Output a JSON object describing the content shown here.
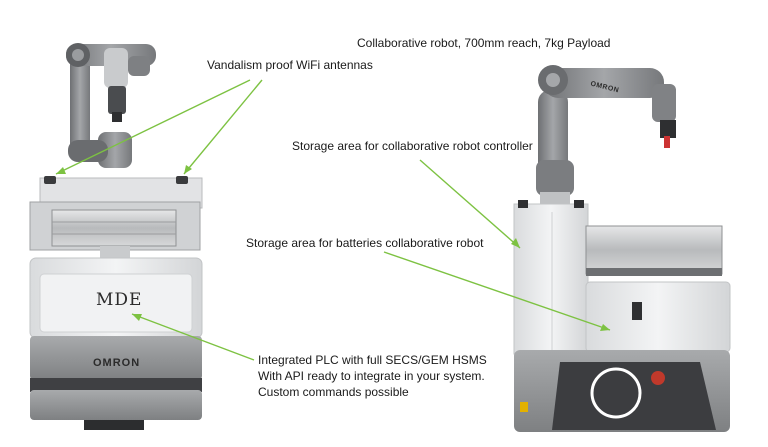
{
  "annotations": {
    "title": "Collaborative robot, 700mm reach, 7kg Payload",
    "antennas": "Vandalism proof WiFi antennas",
    "controller_storage": "Storage area for collaborative robot controller",
    "battery_storage": "Storage area for batteries collaborative robot",
    "plc_lines": [
      "Integrated PLC with full SECS/GEM HSMS",
      "With API ready to integrate in your system.",
      "Custom commands possible"
    ]
  },
  "brands": {
    "front_logo": "MDE",
    "base_logo": "OMRON",
    "arm_logo": "OMRON"
  },
  "colors": {
    "arrow": "#7dc242",
    "body_white": "#eceeef",
    "body_grey": "#9a9c9e",
    "dark_grey": "#3c3d40",
    "arm_grey": "#8d8f92"
  }
}
